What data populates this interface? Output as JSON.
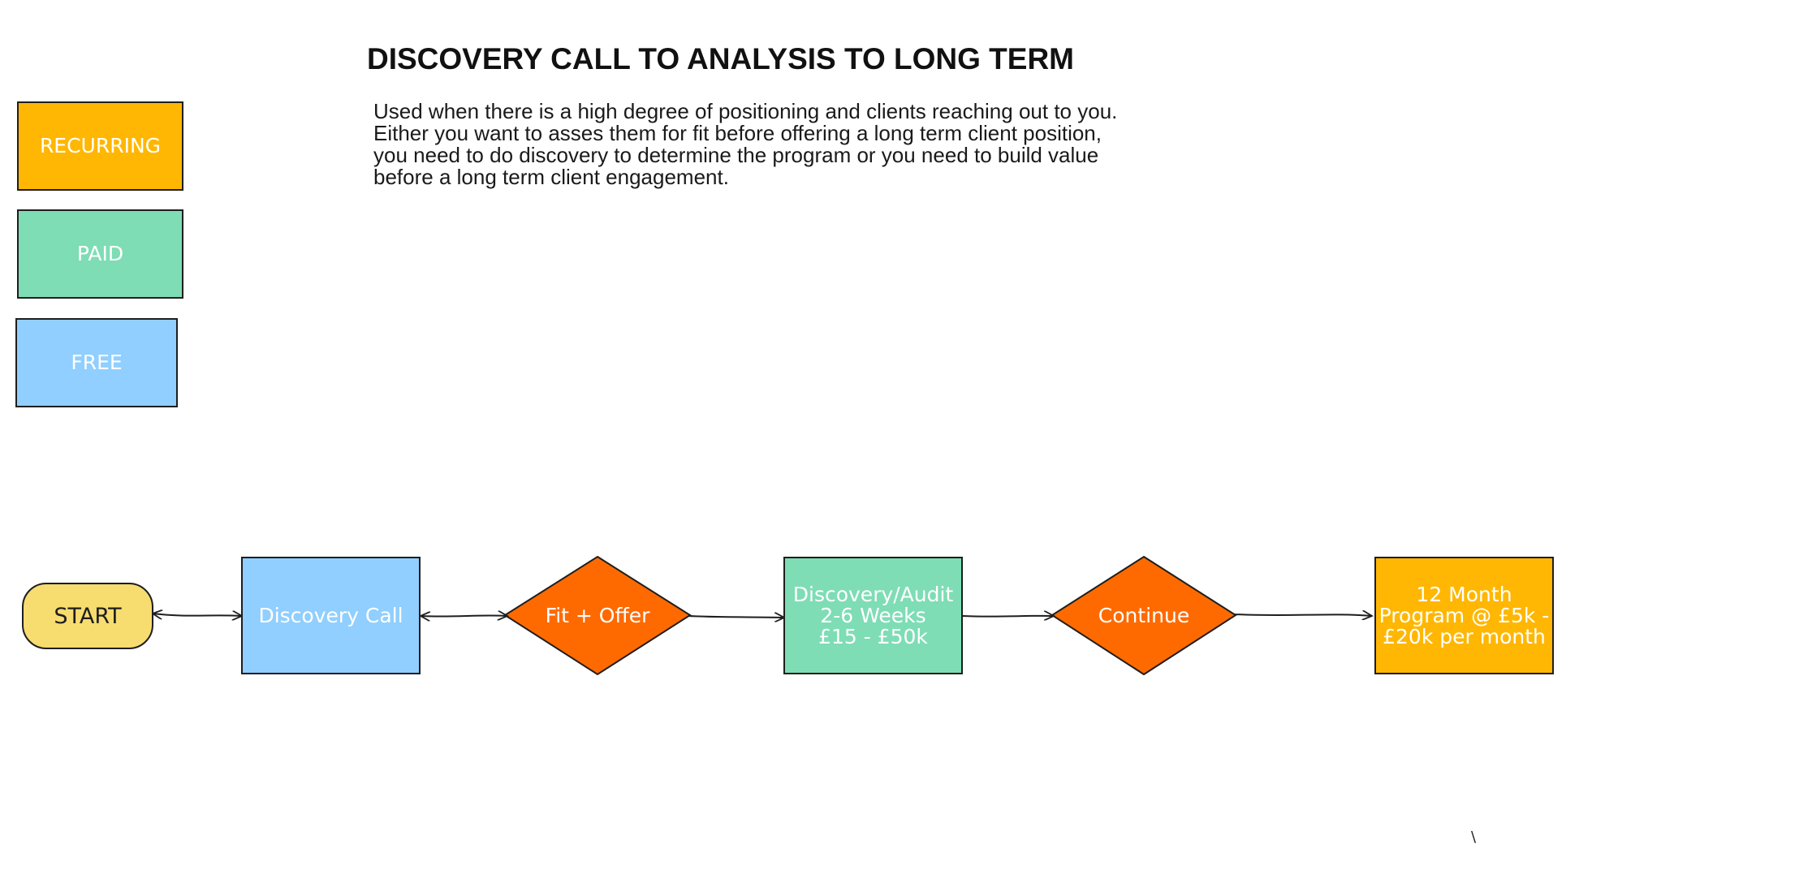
{
  "title": "DISCOVERY CALL TO ANALYSIS TO LONG TERM",
  "description": "Used when there is a high degree of positioning and clients reaching out to you. Either you want to asses them for fit before offering a long term client position, you need to do discovery to determine the program or you need to build value before a long term client engagement.",
  "legend": {
    "recurring": "RECURRING",
    "paid": "PAID",
    "free": "FREE"
  },
  "colors": {
    "recurring": "#FFB703",
    "paid": "#7EDDB5",
    "free": "#90CFFF",
    "decision": "#FF6A00",
    "start": "#F7DC6F",
    "stroke": "#1e1e1e"
  },
  "flow": {
    "start": "START",
    "discovery_call": "Discovery Call",
    "fit_offer": "Fit + Offer",
    "discovery_audit": "Discovery/Audit\n2-6 Weeks\n£15 - £50k",
    "continue": "Continue",
    "program": "12 Month\nProgram @ £5k -\n£20k per month"
  },
  "stray_mark": "\\"
}
